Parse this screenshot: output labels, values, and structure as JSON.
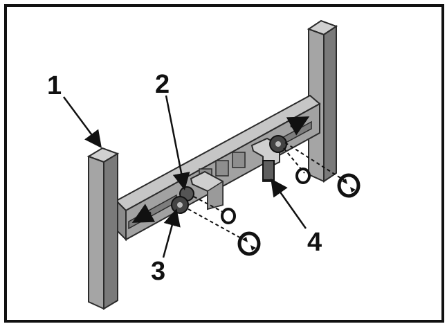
{
  "callouts": {
    "c1": "1",
    "c2": "2",
    "c3": "3",
    "c4": "4"
  },
  "colors": {
    "frame": "#111111",
    "metal_light": "#bdbdbd",
    "metal_mid": "#9e9e9e",
    "metal_dark": "#6f6f6f",
    "outline": "#2b2b2b"
  },
  "icons": [
    "arrow-left-icon",
    "arrow-right-icon",
    "rotate-icon",
    "washer-icon",
    "knob-icon"
  ]
}
